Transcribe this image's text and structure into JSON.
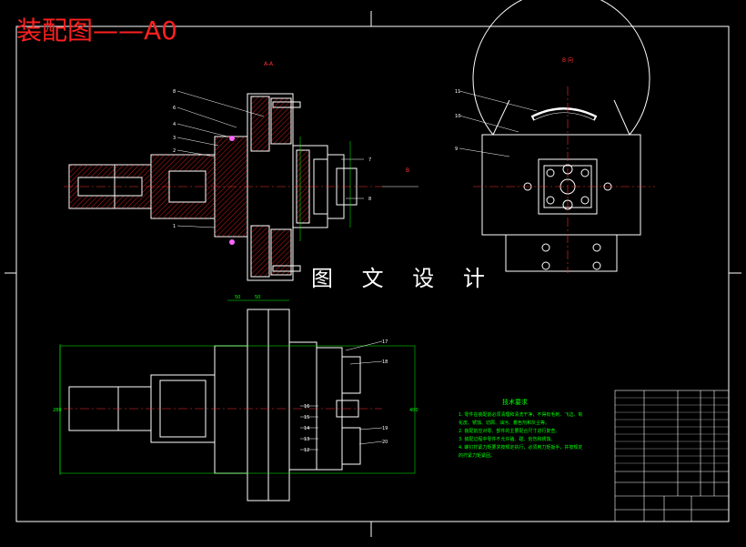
{
  "title": "装配图——A0",
  "watermark": "图 文 设 计",
  "views": {
    "section": "A-A",
    "direction": "B 向",
    "arrow_label": "B"
  },
  "balloons_top": [
    "8",
    "6",
    "4",
    "3",
    "2",
    "1",
    "7",
    "8"
  ],
  "balloons_right": [
    "11",
    "10",
    "9"
  ],
  "balloons_bottom": [
    "17",
    "18",
    "16",
    "15",
    "14",
    "13",
    "12",
    "19",
    "20"
  ],
  "dims_bottom": [
    "50",
    "50",
    "280",
    "400"
  ],
  "tech_requirements": {
    "title": "技术要求",
    "lines": [
      "1. 零件在装配前必须清理和清洗干净，不得有毛刺、飞边、氧",
      "化皮、锈蚀、切屑、油污、着色剂和灰尘等。",
      "2. 装配前应对零、部件的主要配合尺寸进行复查。",
      "3. 装配过程中零件不允许磕、碰、划伤和锈蚀。",
      "4. 螺钉拧紧力矩要求按规定执行，必须用力矩扳手，并按规定",
      "的拧紧力矩紧固。"
    ]
  },
  "colors": {
    "background": "#000000",
    "lines": "#ffffff",
    "title": "#ff2020",
    "dimension": "#00ff00",
    "center": "#ff3030",
    "hatch": "#ff2222"
  }
}
